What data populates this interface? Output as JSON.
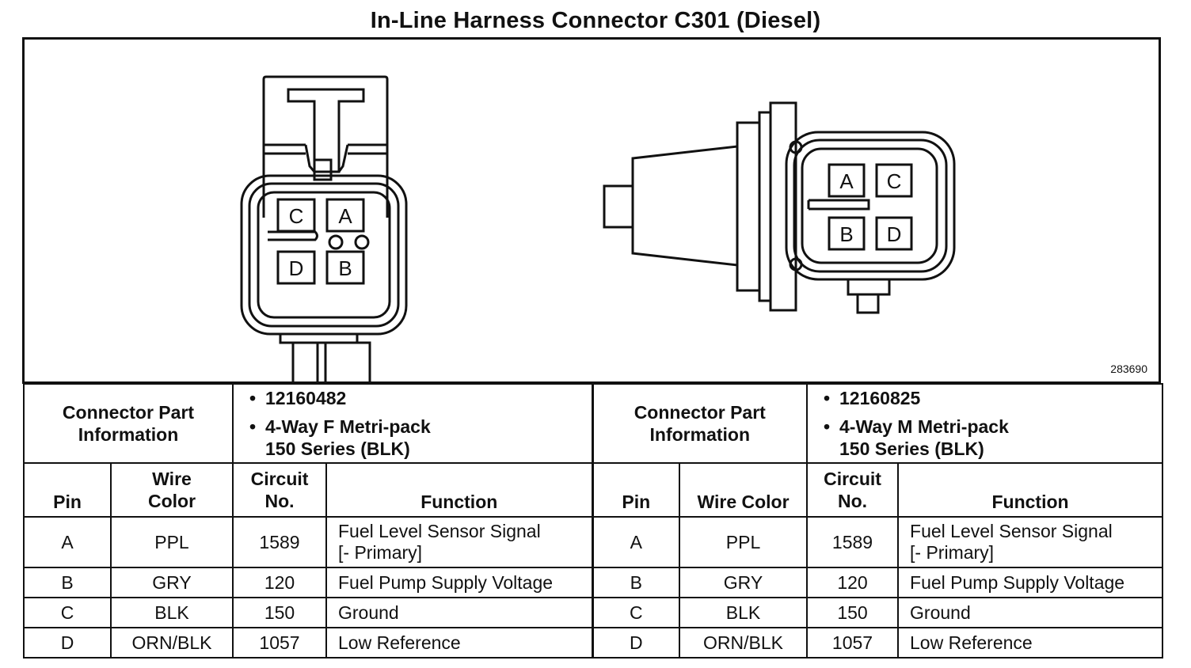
{
  "title": "In-Line Harness Connector C301 (Diesel)",
  "figure_id": "283690",
  "left_connector": {
    "pins_top": [
      "C",
      "A"
    ],
    "pins_bottom": [
      "D",
      "B"
    ],
    "info_label": "Connector Part Information",
    "part_number": "12160482",
    "part_desc_line1": "4-Way F Metri-pack",
    "part_desc_line2": "150 Series (BLK)"
  },
  "right_connector": {
    "pins_top": [
      "A",
      "C"
    ],
    "pins_bottom": [
      "B",
      "D"
    ],
    "info_label": "Connector Part Information",
    "part_number": "12160825",
    "part_desc_line1": "4-Way M Metri-pack",
    "part_desc_line2": "150 Series (BLK)"
  },
  "headers_left": {
    "pin": "Pin",
    "wire_color": "Wire Color",
    "circuit_no": "Circuit No.",
    "function": "Function"
  },
  "headers_right": {
    "pin": "Pin",
    "wire_color": "Wire Color",
    "circuit_no": "Circuit No.",
    "function": "Function"
  },
  "rows_left": [
    {
      "pin": "A",
      "wire": "PPL",
      "circuit": "1589",
      "function_line1": "Fuel Level Sensor Signal",
      "function_line2": "[- Primary]"
    },
    {
      "pin": "B",
      "wire": "GRY",
      "circuit": "120",
      "function_line1": "Fuel Pump Supply Voltage",
      "function_line2": ""
    },
    {
      "pin": "C",
      "wire": "BLK",
      "circuit": "150",
      "function_line1": "Ground",
      "function_line2": ""
    },
    {
      "pin": "D",
      "wire": "ORN/BLK",
      "circuit": "1057",
      "function_line1": "Low Reference",
      "function_line2": ""
    }
  ],
  "rows_right": [
    {
      "pin": "A",
      "wire": "PPL",
      "circuit": "1589",
      "function_line1": "Fuel Level Sensor Signal",
      "function_line2": "[- Primary]"
    },
    {
      "pin": "B",
      "wire": "GRY",
      "circuit": "120",
      "function_line1": "Fuel Pump Supply Voltage",
      "function_line2": ""
    },
    {
      "pin": "C",
      "wire": "BLK",
      "circuit": "150",
      "function_line1": "Ground",
      "function_line2": ""
    },
    {
      "pin": "D",
      "wire": "ORN/BLK",
      "circuit": "1057",
      "function_line1": "Low Reference",
      "function_line2": ""
    }
  ]
}
